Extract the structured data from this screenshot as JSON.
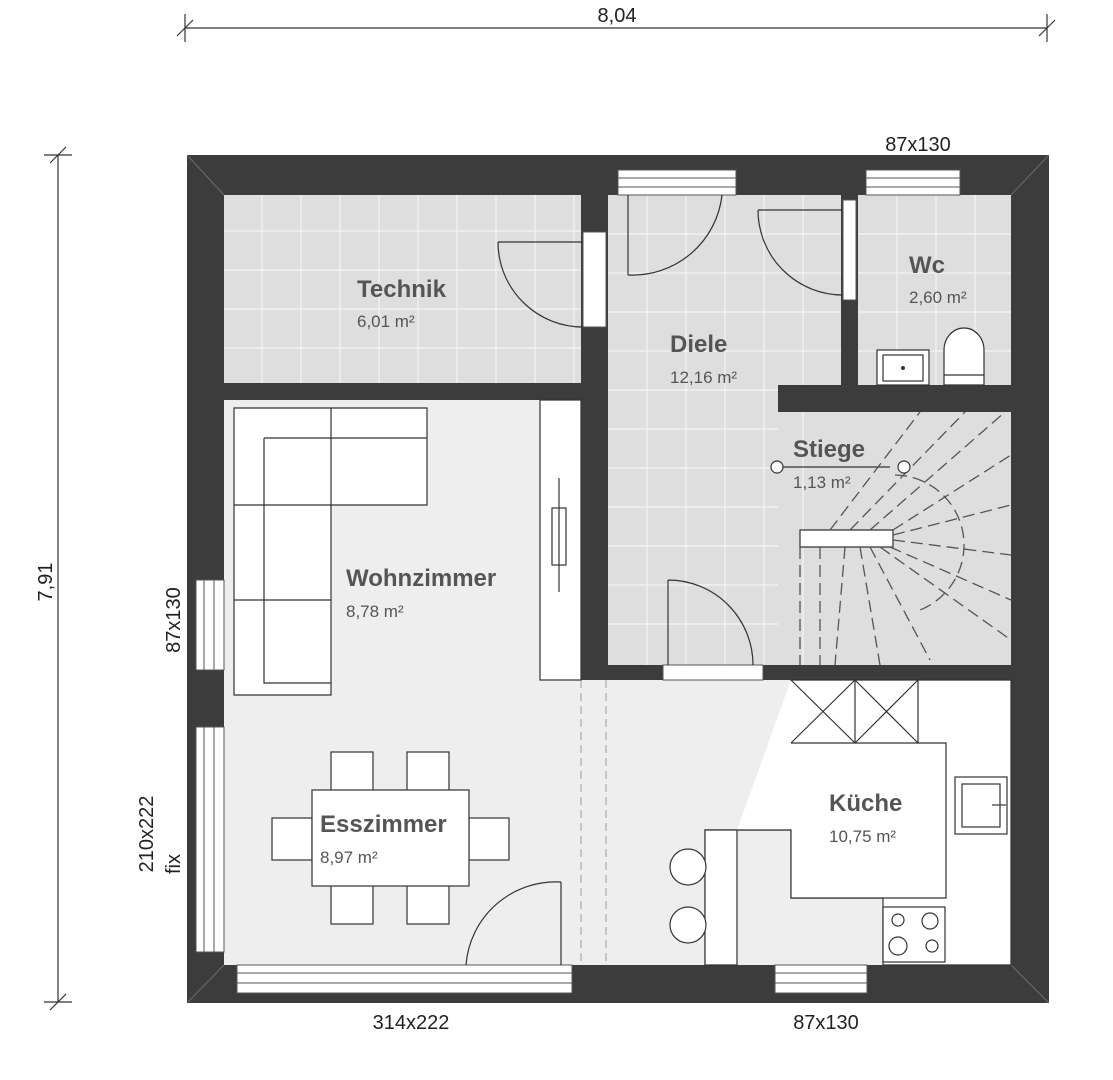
{
  "plan": {
    "overall_width": "8,04",
    "overall_depth": "7,91"
  },
  "rooms": {
    "technik": {
      "name": "Technik",
      "area": "6,01 m²"
    },
    "diele": {
      "name": "Diele",
      "area": "12,16 m²"
    },
    "wc": {
      "name": "Wc",
      "area": "2,60 m²"
    },
    "stiege": {
      "name": "Stiege",
      "area": "1,13 m²"
    },
    "wohnzimmer": {
      "name": "Wohnzimmer",
      "area": "8,78 m²"
    },
    "esszimmer": {
      "name": "Esszimmer",
      "area": "8,97 m²"
    },
    "kueche": {
      "name": "Küche",
      "area": "10,75 m²"
    }
  },
  "windows": {
    "top_right": "87x130",
    "left_upper": "87x130",
    "left_lower_size": "210x222",
    "left_lower_note": "fix",
    "bottom_left": "314x222",
    "bottom_right": "87x130"
  },
  "colors": {
    "wall": "#3c3c3c",
    "floor": "#eeeeee",
    "tiles": "#dedede"
  }
}
